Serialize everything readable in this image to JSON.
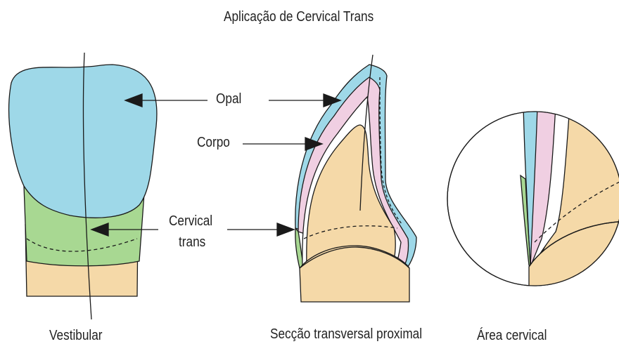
{
  "title": "Aplicação de Cervical Trans",
  "labels": {
    "opal": "Opal",
    "corpo": "Corpo",
    "cervical_line1": "Cervical",
    "cervical_line2": "trans"
  },
  "captions": {
    "vestibular": "Vestibular",
    "seccao": "Secção transversal proximal",
    "area": "Área cervical"
  },
  "colors": {
    "opal": "#9ed8e8",
    "corpo": "#f0cfe2",
    "cervical_trans": "#a8d892",
    "dentin": "#f5d9a8",
    "outline": "#1a1a1a"
  }
}
